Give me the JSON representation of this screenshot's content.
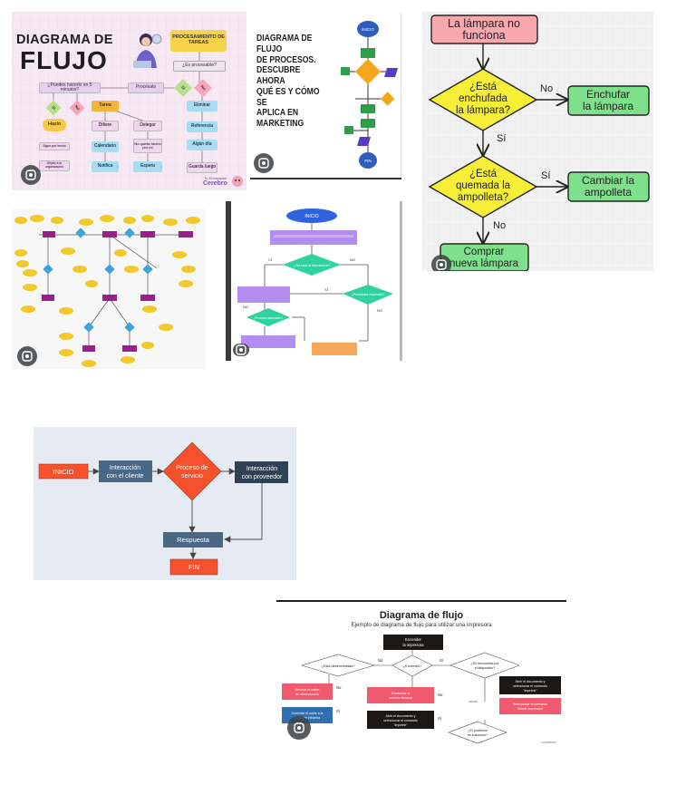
{
  "results": [
    {
      "id": "r1",
      "title_line1": "DIAGRAMA DE",
      "title_line2": "FLUJO",
      "brand": "Cerebro",
      "brand_small": "Tu Entrenador",
      "nodes": {
        "processing": "PROCESAMIENTO DE TAREAS",
        "processable": "¿Es procesable?",
        "five_min": "¿Puedes hacerlo en 5 minutos?",
        "procesalo": "Procésalo",
        "si1": "Sí",
        "no1": "No",
        "si2": "Sí",
        "no2": "No",
        "hazlo": "Hazlo",
        "tarea": "Tarea",
        "eliminar": "Eliminar",
        "referencia": "Referencia",
        "algun_dia": "Algún día",
        "difiere": "Difiere",
        "delegar": "Delegar",
        "calendario": "Calendario",
        "notifica": "Notifica",
        "espera": "Espera",
        "guarda_luego": "Guarda luego",
        "sigue_por": "Sigue por hecho",
        "dejalo": "Déjalo a tu organización",
        "no_queda": "No queda hecho por mí"
      }
    },
    {
      "id": "r2",
      "title": "DIAGRAMA DE FLUJO DE PROCESOS. DESCUBRE AHORA QUÉ ES Y CÓMO SE APLICA EN MARKETING",
      "title_lines": [
        "DIAGRAMA DE FLUJO",
        "DE PROCESOS.",
        "DESCUBRE AHORA",
        "QUÉ ES Y CÓMO SE",
        "APLICA EN",
        "MARKETING"
      ],
      "start": "INICIO",
      "end": "FIN"
    },
    {
      "id": "r3",
      "start": "La lámpara no funciona",
      "start_lines": [
        "La lámpara no",
        "funciona"
      ],
      "q1_lines": [
        "¿Está",
        "enchufada",
        "la lámpara?"
      ],
      "q2_lines": [
        "¿Está",
        "quemada la",
        "ampolleta?"
      ],
      "a1_lines": [
        "Enchufar",
        "la lámpara"
      ],
      "a2_lines": [
        "Cambiar la",
        "ampolleta"
      ],
      "a3_lines": [
        "Comprar",
        "nueva lámpara"
      ],
      "no_label": "No",
      "si_label": "Sí",
      "si_label2": "Sí",
      "no_label2": "No"
    },
    {
      "id": "r5",
      "start": "INICIO",
      "q1": "¿Se usa la impresora?",
      "q2": "¿Proveedor esperado?",
      "q3": "¿Proceso adecuado?",
      "si": "SÍ",
      "no": "NO",
      "si2": "SÍ",
      "no2": "NO",
      "no3": "NO"
    },
    {
      "id": "r6",
      "start": "INICIO",
      "n1_lines": [
        "Interacción",
        "con el cliente"
      ],
      "decision_lines": [
        "Proceso de",
        "servicio"
      ],
      "n2_lines": [
        "Interacción",
        "con proveedor"
      ],
      "response": "Respuesta",
      "end": "FIN"
    },
    {
      "id": "r7",
      "title": "Diagrama de flujo",
      "subtitle": "Ejemplo de diagrama de flujo para utilizar una impresora",
      "start_lines": [
        "Encender",
        "la impresora"
      ],
      "q1": "¿Está desenchufada?",
      "q2": "¿Encendió?",
      "q3_lines": [
        "¿Es reconocida por",
        "el dispositivo?"
      ],
      "no": "No",
      "si": "Sí",
      "no2": "No",
      "si2": "Sí",
      "no3": "No",
      "si3": "Sí",
      "b1_lines": [
        "Revisar el cable",
        "de alimentación"
      ],
      "b2_lines": [
        "Conectar el cable a la",
        "corriente eléctrica"
      ],
      "b3_lines": [
        "Contactar a",
        "servicio técnico"
      ],
      "b4_lines": [
        "Abrir el documento y",
        "seleccionar el comando",
        "\"imprimir\""
      ],
      "b5_lines": [
        "Abrir el documento y",
        "seleccionar el comando",
        "\"imprimir\""
      ],
      "b6_lines": [
        "Seleccionar el comando",
        "\"añadir impresora\""
      ],
      "q4_lines": [
        "¿El problema",
        "se solucionó?"
      ],
      "footer": "Lucidchart"
    }
  ]
}
